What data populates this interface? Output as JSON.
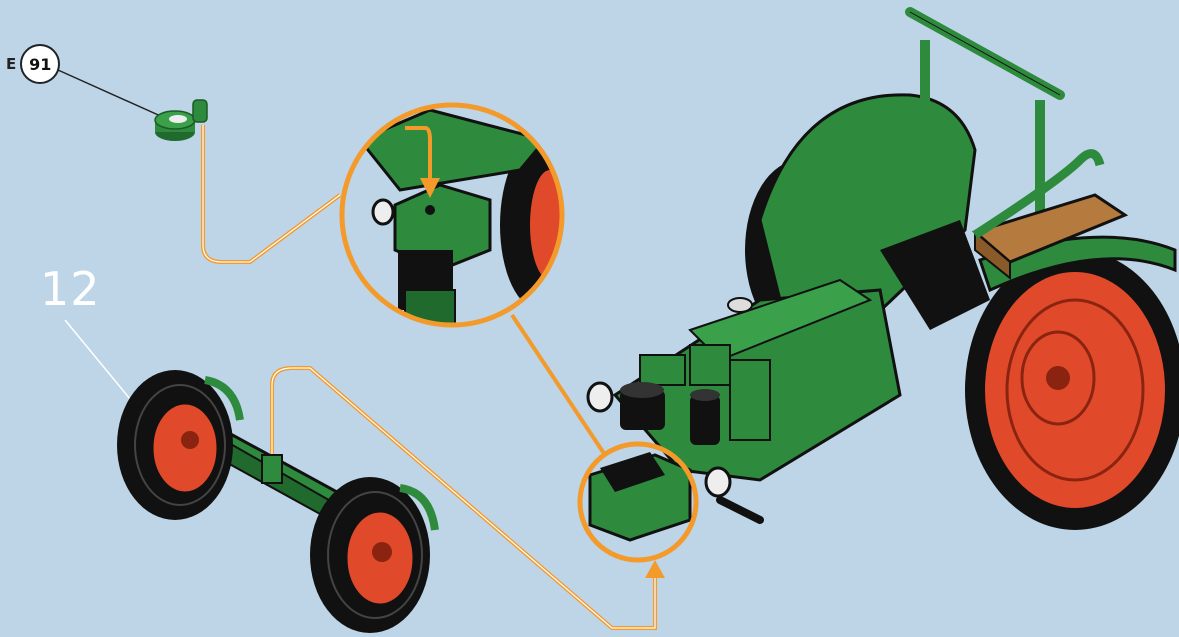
{
  "callout": {
    "prefix": "E",
    "number": "91"
  },
  "step": {
    "number": "12"
  },
  "colors": {
    "background": "#bdd5e7",
    "body_green": "#2e8a3c",
    "wheel_red": "#e04a2a",
    "tire_black": "#111111",
    "guide_orange": "#f39a2b",
    "seat_wood": "#b57a3d"
  }
}
